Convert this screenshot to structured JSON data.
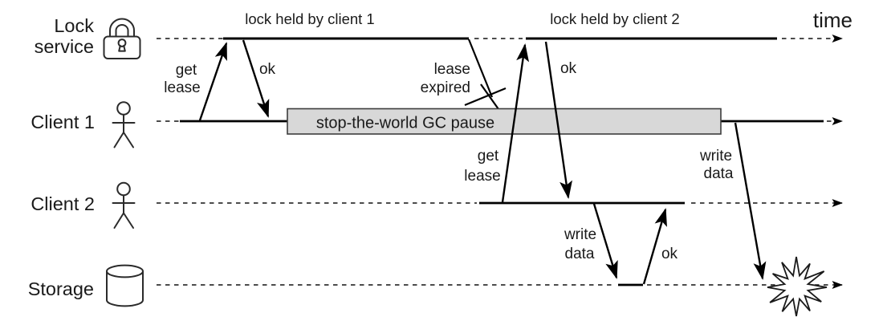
{
  "header": {
    "time_label": "time"
  },
  "lock_spans": {
    "client1": "lock held by client 1",
    "client2": "lock held by client 2"
  },
  "lanes": [
    {
      "id": "lock-service",
      "label_lines": [
        "Lock",
        "service"
      ],
      "icon": "padlock-icon"
    },
    {
      "id": "client-1",
      "label_lines": [
        "Client 1"
      ],
      "icon": "person-icon"
    },
    {
      "id": "client-2",
      "label_lines": [
        "Client 2"
      ],
      "icon": "person-icon"
    },
    {
      "id": "storage",
      "label_lines": [
        "Storage"
      ],
      "icon": "database-icon"
    }
  ],
  "messages": {
    "client1_get_lease": [
      "get",
      "lease"
    ],
    "client1_ok": "ok",
    "lease_expired": [
      "lease",
      "expired"
    ],
    "client2_get_lease": [
      "get",
      "lease"
    ],
    "client2_ok": "ok",
    "client2_write_data": [
      "write",
      "data"
    ],
    "storage_ok": "ok",
    "client1_write_data": [
      "write",
      "data"
    ]
  },
  "gc_pause": {
    "label": "stop-the-world GC pause",
    "fill": "#d8d8d8",
    "border": "#3d3d3d"
  },
  "colors": {
    "line": "#000000",
    "text": "#1a1a1a",
    "background": "#ffffff"
  }
}
